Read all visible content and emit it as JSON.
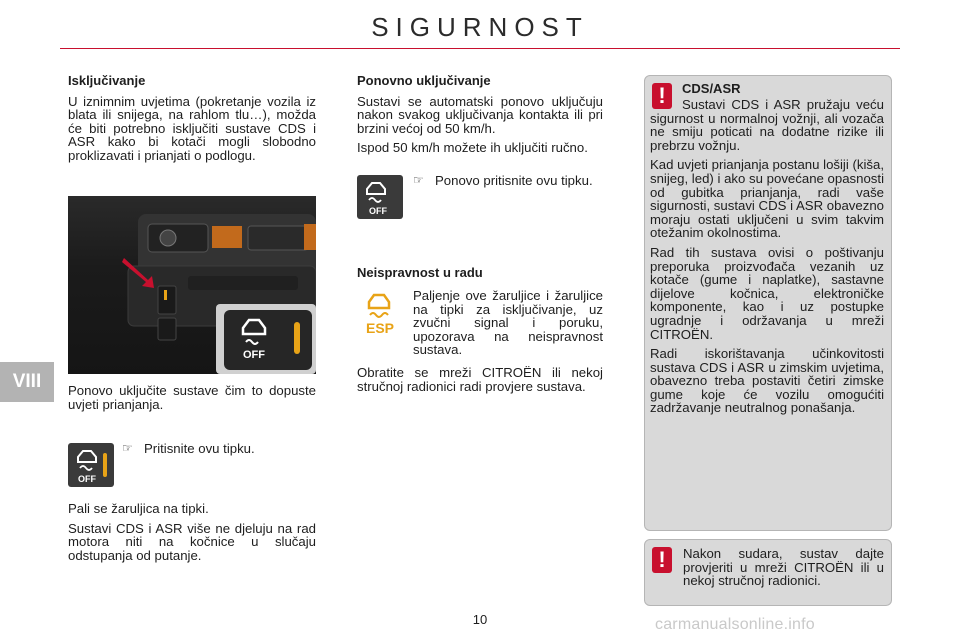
{
  "header": {
    "title": "SIGURNOST"
  },
  "chapter_tab": "VIII",
  "page_number": "10",
  "watermark": "carmanualsonline.info",
  "col1": {
    "heading": "Isključivanje",
    "intro": "U iznimnim uvjetima (pokretanje vozila iz blata ili snijega, na rahlom tlu…), možda će biti potrebno isključiti sustave CDS i ASR kako bi kotači mogli slobodno proklizavati i prianjati o podlogu.",
    "photo_caption": "Ponovo uključite sustave čim to dopuste uvjeti prianjanja.",
    "step": "Pritisnite ovu tipku.",
    "after_1": "Pali se žaruljica na tipki.",
    "after_2": "Sustavi CDS i ASR više ne djeluju na rad motora niti na kočnice u slučaju odstupanja od putanje."
  },
  "col2": {
    "heading_on": "Ponovno uključivanje",
    "auto": "Sustavi se automatski ponovo uključuju nakon svakog uključivanja kontakta ili pri brzini većoj od 50 km/h.",
    "manual": "Ispod 50 km/h možete ih uključiti ručno.",
    "step": "Ponovo pritisnite ovu tipku.",
    "heading_fault": "Neispravnost u radu",
    "fault_text": "Paljenje ove žaruljice i žaruljice na tipki za isključivanje, uz zvučni signal i poruku, upozorava na neispravnost sustava.",
    "fault_contact": "Obratite se mreži CITROËN ili nekoj stručnoj radionici radi provjere sustava.",
    "esp_label": "ESP"
  },
  "infobox": {
    "heading": "CDS/ASR",
    "p1": "Sustavi CDS i ASR pružaju veću sigurnost u normalnoj vožnji, ali vozača ne smiju poticati na dodatne rizike ili prebrzu vožnju.",
    "p2": "Kad uvjeti prianjanja postanu lošiji (kiša, snijeg, led) i ako su povećane opasnosti od gubitka prianjanja, radi vaše sigurnosti, sustavi CDS i ASR obavezno moraju ostati uključeni u svim takvim otežanim okolnostima.",
    "p3": "Rad tih sustava ovisi o poštivanju preporuka proizvođača vezanih uz kotače (gume i naplatke), sastavne dijelove kočnica, elektroničke komponente, kao i uz postupke ugradnje i održavanja u mreži CITROËN.",
    "p4": "Radi iskorištavanja učinkovitosti sustava CDS i ASR u zimskim uvjetima, obavezno treba postaviti četiri zimske gume koje će vozilu omogućiti zadržavanje neutralnog ponašanja."
  },
  "alertbox": {
    "text": "Nakon sudara, sustav dajte provjeriti u mreži CITROËN ili u nekoj stručnoj radionici."
  },
  "icons": {
    "off_label": "OFF",
    "warning_glyph": "!",
    "bullet_glyph": "☞"
  },
  "colors": {
    "accent_red": "#c8102e",
    "esp_yellow": "#e8a317",
    "box_grey": "#d9d9d9"
  }
}
